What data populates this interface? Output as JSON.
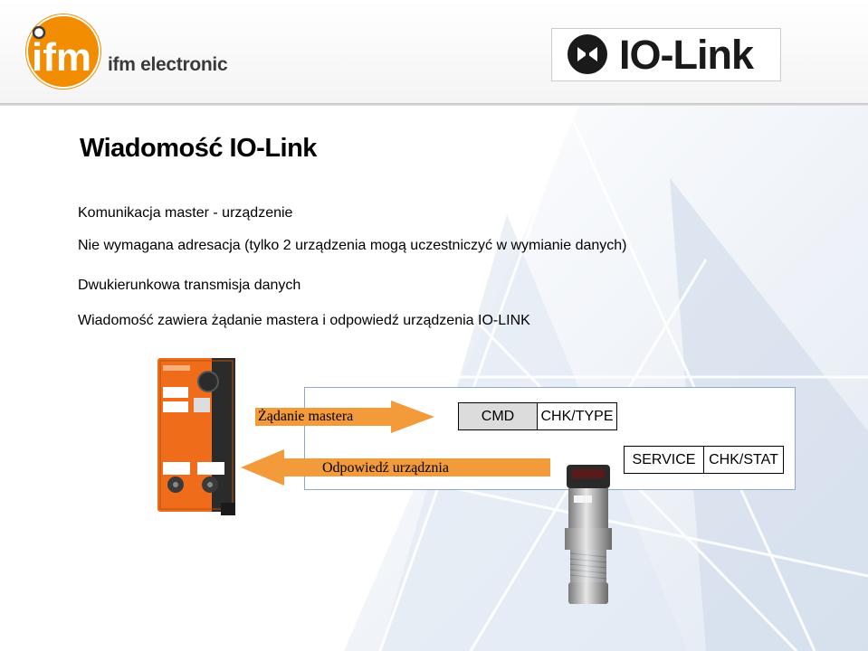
{
  "header": {
    "ifm_logo_text": "ifm",
    "company_name": "ifm electronic",
    "iolink_logo_text": "IO-Link"
  },
  "slide": {
    "title": "Wiadomość IO-Link",
    "bullets": [
      "Komunikacja master - urządzenie",
      "Nie wymagana adresacja (tylko 2 urządzenia mogą uczestniczyć w wymianie danych)",
      "Dwukierunkowa transmisja danych",
      "Wiadomość zawiera żądanie mastera i odpowiedź urządzenia IO-LINK"
    ]
  },
  "diagram": {
    "request_label": "Żądanie mastera",
    "response_label": "Odpowiedź urządznia",
    "request_cells": [
      "CMD",
      "CHK/TYPE"
    ],
    "response_cells": [
      "SERVICE",
      "CHK/STAT"
    ]
  },
  "colors": {
    "ifm_orange": "#f28c00",
    "arrow_orange": "#f39a3a",
    "cmd_fill": "#dcdcdc",
    "panel_border": "#8fa8cc",
    "background_accent": "#dfe7f2"
  }
}
